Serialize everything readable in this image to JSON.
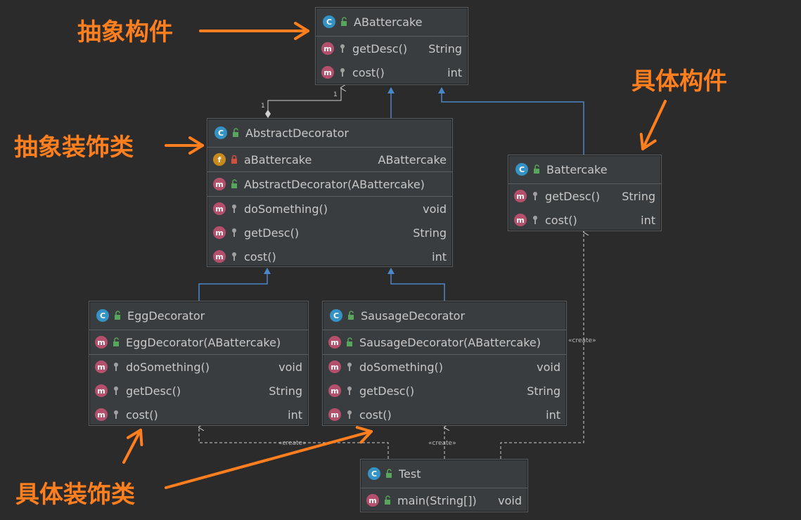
{
  "classes": {
    "abattercake": {
      "name": "ABattercake",
      "methods": [
        {
          "name": "getDesc()",
          "type": "String"
        },
        {
          "name": "cost()",
          "type": "int"
        }
      ]
    },
    "abstract_decorator": {
      "name": "AbstractDecorator",
      "field": {
        "name": "aBattercake",
        "type": "ABattercake"
      },
      "constructor": {
        "name": "AbstractDecorator(ABattercake)"
      },
      "methods": [
        {
          "name": "doSomething()",
          "type": "void"
        },
        {
          "name": "getDesc()",
          "type": "String"
        },
        {
          "name": "cost()",
          "type": "int"
        }
      ]
    },
    "battercake": {
      "name": "Battercake",
      "methods": [
        {
          "name": "getDesc()",
          "type": "String"
        },
        {
          "name": "cost()",
          "type": "int"
        }
      ]
    },
    "egg_decorator": {
      "name": "EggDecorator",
      "constructor": {
        "name": "EggDecorator(ABattercake)"
      },
      "methods": [
        {
          "name": "doSomething()",
          "type": "void"
        },
        {
          "name": "getDesc()",
          "type": "String"
        },
        {
          "name": "cost()",
          "type": "int"
        }
      ]
    },
    "sausage_decorator": {
      "name": "SausageDecorator",
      "constructor": {
        "name": "SausageDecorator(ABattercake)"
      },
      "methods": [
        {
          "name": "doSomething()",
          "type": "void"
        },
        {
          "name": "getDesc()",
          "type": "String"
        },
        {
          "name": "cost()",
          "type": "int"
        }
      ]
    },
    "test": {
      "name": "Test",
      "methods": [
        {
          "name": "main(String[])",
          "type": "void"
        }
      ]
    }
  },
  "badges": {
    "class": "C",
    "method": "m",
    "field": "f"
  },
  "annotations": {
    "abstract_component": "抽象构件",
    "abstract_decorator": "抽象装饰类",
    "concrete_component": "具体构件",
    "concrete_decorator": "具体装饰类"
  },
  "stereotypes": {
    "create": "«create»"
  },
  "multiplicity": {
    "one": "1"
  },
  "colors": {
    "annotation": "#ff7f1e",
    "inheritance_line": "#4a88c7",
    "class_badge": "#3592c4",
    "method_badge": "#b5506c",
    "field_badge": "#c78a1e"
  }
}
